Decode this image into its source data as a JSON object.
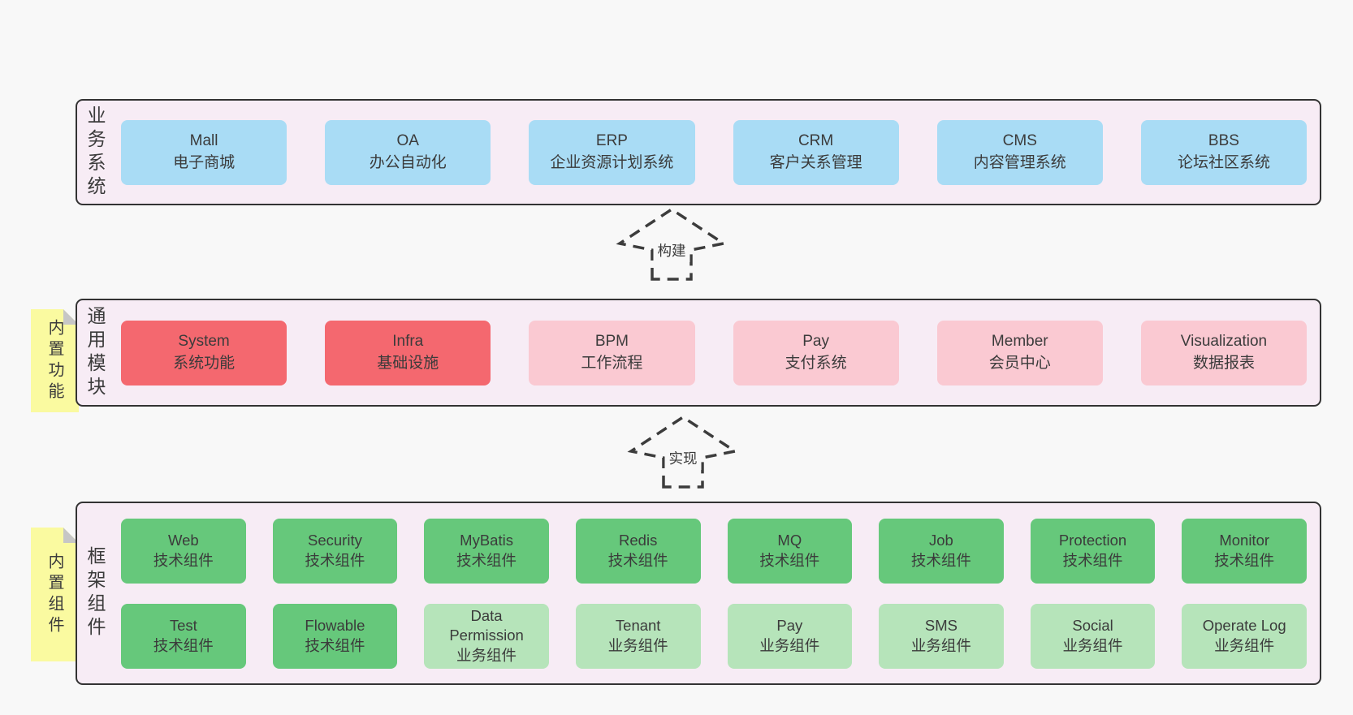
{
  "diagram": {
    "sections": [
      {
        "key": "business-systems",
        "side_label": "业务系统",
        "rows": [
          [
            {
              "title": "Mall",
              "subtitle": "电子商城",
              "variant": "blue"
            },
            {
              "title": "OA",
              "subtitle": "办公自动化",
              "variant": "blue"
            },
            {
              "title": "ERP",
              "subtitle": "企业资源计划系统",
              "variant": "blue"
            },
            {
              "title": "CRM",
              "subtitle": "客户关系管理",
              "variant": "blue"
            },
            {
              "title": "CMS",
              "subtitle": "内容管理系统",
              "variant": "blue"
            },
            {
              "title": "BBS",
              "subtitle": "论坛社区系统",
              "variant": "blue"
            }
          ]
        ]
      },
      {
        "key": "common-modules",
        "side_label": "通用模块",
        "sticky_note": "内置功能",
        "rows": [
          [
            {
              "title": "System",
              "subtitle": "系统功能",
              "variant": "red"
            },
            {
              "title": "Infra",
              "subtitle": "基础设施",
              "variant": "red"
            },
            {
              "title": "BPM",
              "subtitle": "工作流程",
              "variant": "pink"
            },
            {
              "title": "Pay",
              "subtitle": "支付系统",
              "variant": "pink"
            },
            {
              "title": "Member",
              "subtitle": "会员中心",
              "variant": "pink"
            },
            {
              "title": "Visualization",
              "subtitle": "数据报表",
              "variant": "pink"
            }
          ]
        ]
      },
      {
        "key": "framework-components",
        "side_label": "框架组件",
        "sticky_note": "内置组件",
        "rows": [
          [
            {
              "title": "Web",
              "subtitle": "技术组件",
              "variant": "green_dark"
            },
            {
              "title": "Security",
              "subtitle": "技术组件",
              "variant": "green_dark"
            },
            {
              "title": "MyBatis",
              "subtitle": "技术组件",
              "variant": "green_dark"
            },
            {
              "title": "Redis",
              "subtitle": "技术组件",
              "variant": "green_dark"
            },
            {
              "title": "MQ",
              "subtitle": "技术组件",
              "variant": "green_dark"
            },
            {
              "title": "Job",
              "subtitle": "技术组件",
              "variant": "green_dark"
            },
            {
              "title": "Protection",
              "subtitle": "技术组件",
              "variant": "green_dark"
            },
            {
              "title": "Monitor",
              "subtitle": "技术组件",
              "variant": "green_dark"
            }
          ],
          [
            {
              "title": "Test",
              "subtitle": "技术组件",
              "variant": "green_dark"
            },
            {
              "title": "Flowable",
              "subtitle": "技术组件",
              "variant": "green_dark"
            },
            {
              "title": "Data Permission",
              "subtitle": "业务组件",
              "variant": "green_light"
            },
            {
              "title": "Tenant",
              "subtitle": "业务组件",
              "variant": "green_light"
            },
            {
              "title": "Pay",
              "subtitle": "业务组件",
              "variant": "green_light"
            },
            {
              "title": "SMS",
              "subtitle": "业务组件",
              "variant": "green_light"
            },
            {
              "title": "Social",
              "subtitle": "业务组件",
              "variant": "green_light"
            },
            {
              "title": "Operate Log",
              "subtitle": "业务组件",
              "variant": "green_light"
            }
          ]
        ]
      }
    ],
    "arrows": [
      {
        "label": "构建"
      },
      {
        "label": "实现"
      }
    ]
  },
  "colors": {
    "page_bg": "#f8f8f8",
    "panel_bg": "#f7ecf5",
    "panel_border": "#333333",
    "blue": "#a9dcf5",
    "red": "#f4686f",
    "pink": "#fac9d2",
    "green_dark": "#66c87b",
    "green_light": "#b6e4ba",
    "note_bg": "#fafaa0",
    "note_fold": "#c6c6c6",
    "arrow_stroke": "#3c3c3c",
    "text": "#3b3b3b"
  }
}
